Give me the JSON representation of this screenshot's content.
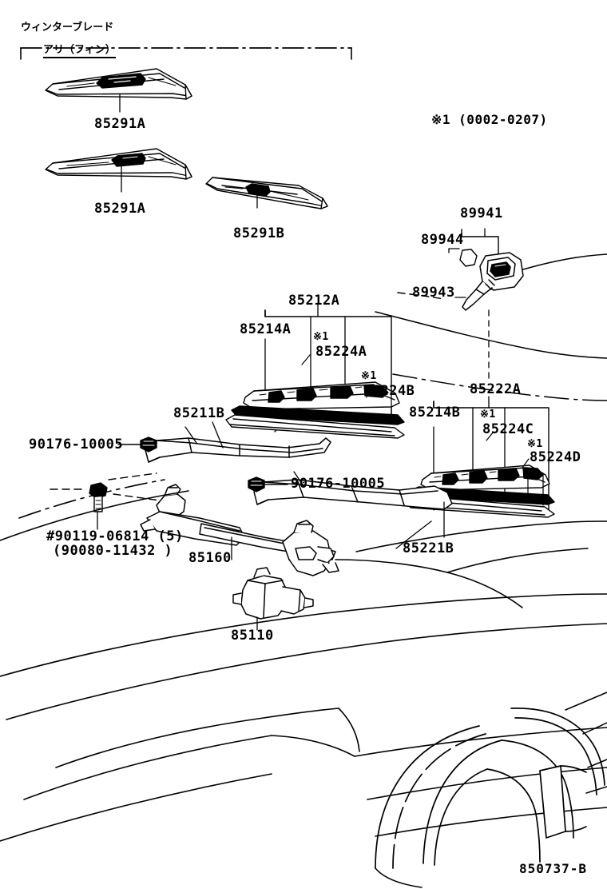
{
  "diagram": {
    "id_tag": "850737-B",
    "group_header": "ウィンターブレード",
    "sub_header": "アリ（フィン）",
    "footnote": "※1  (0002-0207)",
    "asterisk_marks": {
      "m1": "※1",
      "m2": "※1",
      "m3": "※1",
      "m4": "※1"
    },
    "parts": [
      {
        "key": "blade_winter",
        "number": "85291A"
      },
      {
        "key": "blade_std_left",
        "number": "85291A"
      },
      {
        "key": "blade_std_right",
        "number": "85291B"
      },
      {
        "key": "sensor_body",
        "number": "89941"
      },
      {
        "key": "sensor_cover",
        "number": "89944"
      },
      {
        "key": "sensor_lead",
        "number": "89943"
      },
      {
        "key": "arm_blade_lh",
        "number": "85212A"
      },
      {
        "key": "arm_lh",
        "number": "85214A"
      },
      {
        "key": "rubber_lh_a",
        "number": "85224A"
      },
      {
        "key": "rubber_lh_b",
        "number": "85224B"
      },
      {
        "key": "arm_blade_rh",
        "number": "85222A"
      },
      {
        "key": "arm_rh",
        "number": "85214B"
      },
      {
        "key": "rubber_rh_c",
        "number": "85224C"
      },
      {
        "key": "rubber_rh_d",
        "number": "85224D"
      },
      {
        "key": "head_cap_lh",
        "number": "85211B"
      },
      {
        "key": "head_cap_rh",
        "number": "85221B"
      },
      {
        "key": "nut_lh",
        "number": "90176-10005"
      },
      {
        "key": "nut_rh",
        "number": "90176-10005"
      },
      {
        "key": "bolt_main",
        "number": "#90119-06814 (5)"
      },
      {
        "key": "bolt_alt",
        "number": "(90080-11432 )"
      },
      {
        "key": "link_assy",
        "number": "85160"
      },
      {
        "key": "motor",
        "number": "85110"
      }
    ]
  }
}
